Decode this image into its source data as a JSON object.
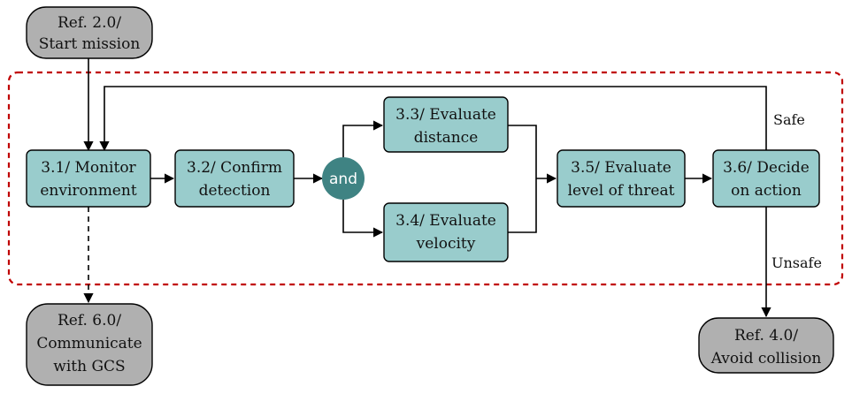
{
  "colors": {
    "process_fill": "#99cccc",
    "ref_fill": "#b0b0b0",
    "and_fill": "#3f8383",
    "boundary": "#c00000",
    "line": "#000000"
  },
  "refs": {
    "start": [
      "Ref. 2.0/",
      "Start mission"
    ],
    "communicate": [
      "Ref. 6.0/",
      "Communicate",
      "with GCS"
    ],
    "avoid": [
      "Ref. 4.0/",
      "Avoid collision"
    ]
  },
  "steps": {
    "monitor": [
      "3.1/ Monitor",
      "environment"
    ],
    "confirm": [
      "3.2/ Confirm",
      "detection"
    ],
    "distance": [
      "3.3/ Evaluate",
      "distance"
    ],
    "velocity": [
      "3.4/ Evaluate",
      "velocity"
    ],
    "threat": [
      "3.5/ Evaluate",
      "level of threat"
    ],
    "decide": [
      "3.6/ Decide",
      "on action"
    ]
  },
  "gate": {
    "label": "and"
  },
  "edge_labels": {
    "safe": "Safe",
    "unsafe": "Unsafe"
  }
}
